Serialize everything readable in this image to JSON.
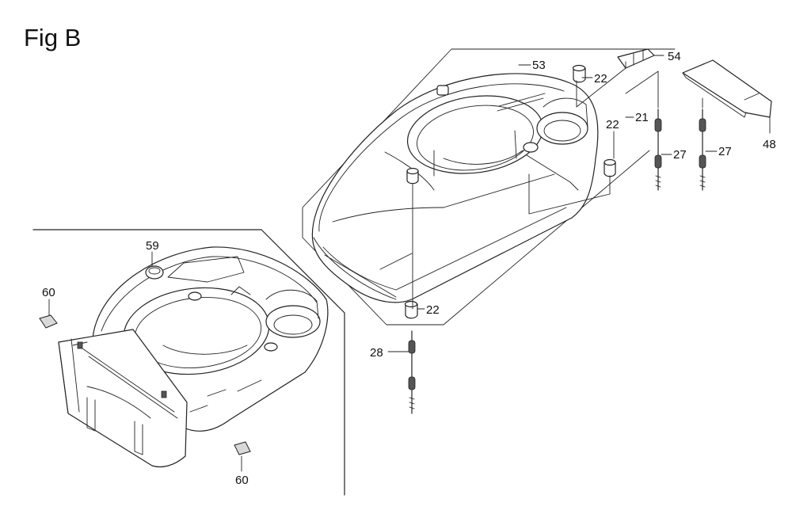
{
  "figure": {
    "title": "Fig B"
  },
  "callouts": {
    "c53": "53",
    "c54": "54",
    "c22_top": "22",
    "c22_mid": "22",
    "c22_bottom": "22",
    "c21": "21",
    "c27_left": "27",
    "c27_right": "27",
    "c48": "48",
    "c28": "28",
    "c59": "59",
    "c60_top": "60",
    "c60_bottom": "60"
  }
}
